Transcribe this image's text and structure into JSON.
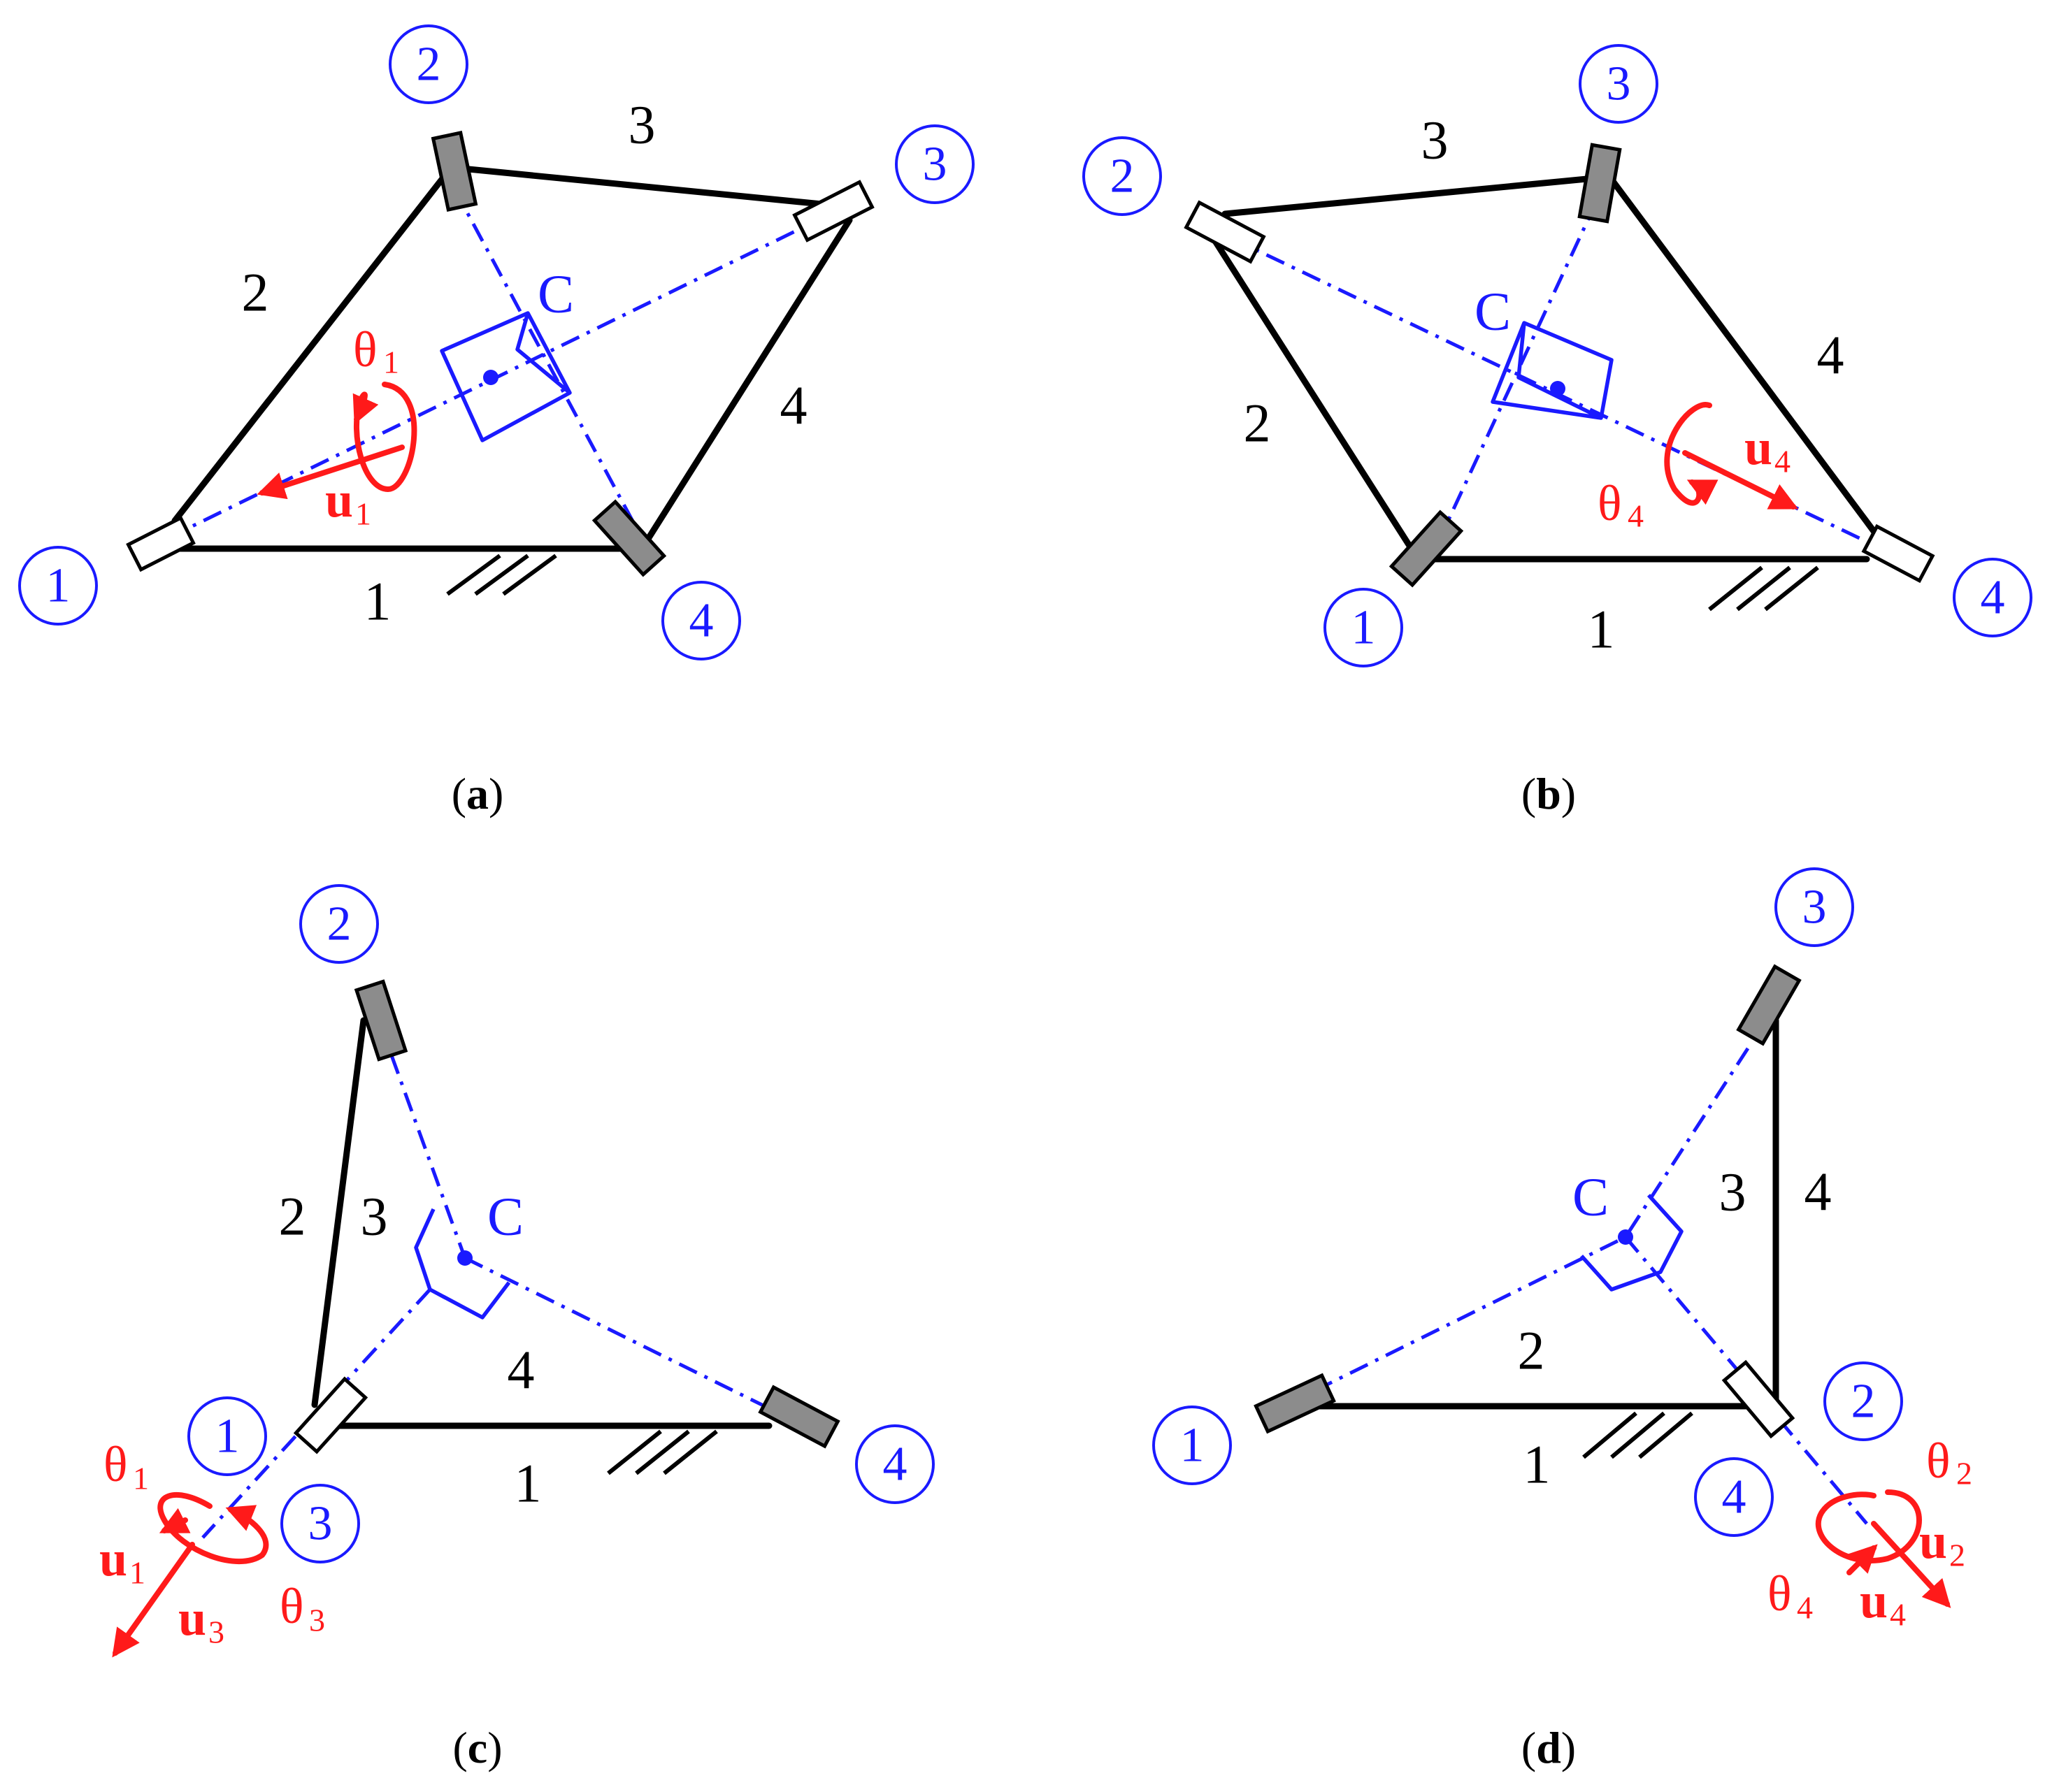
{
  "panels": {
    "a": {
      "caption": {
        "open": "(",
        "letter": "a",
        "close": ")"
      },
      "joints": [
        "1",
        "2",
        "3",
        "4"
      ],
      "bars": [
        "1",
        "2",
        "3",
        "4"
      ],
      "center": "C",
      "motion": {
        "theta": "θ",
        "theta_sub": "1",
        "u": "u",
        "u_sub": "1"
      }
    },
    "b": {
      "caption": {
        "open": "(",
        "letter": "b",
        "close": ")"
      },
      "joints": [
        "1",
        "2",
        "3",
        "4"
      ],
      "bars": [
        "1",
        "2",
        "3",
        "4"
      ],
      "center": "C",
      "motion": {
        "theta": "θ",
        "theta_sub": "4",
        "u": "u",
        "u_sub": "4"
      }
    },
    "c": {
      "caption": {
        "open": "(",
        "letter": "c",
        "close": ")"
      },
      "joints": [
        "1",
        "2",
        "3",
        "4"
      ],
      "bars": [
        "1",
        "2",
        "3",
        "4"
      ],
      "center": "C",
      "motion": {
        "theta1": "θ",
        "theta1_sub": "1",
        "theta3": "θ",
        "theta3_sub": "3",
        "u1": "u",
        "u1_sub": "1",
        "u3": "u",
        "u3_sub": "3"
      }
    },
    "d": {
      "caption": {
        "open": "(",
        "letter": "d",
        "close": ")"
      },
      "joints": [
        "1",
        "2",
        "3",
        "4"
      ],
      "bars": [
        "1",
        "2",
        "3",
        "4"
      ],
      "center": "C",
      "motion": {
        "theta2": "θ",
        "theta2_sub": "2",
        "theta4": "θ",
        "theta4_sub": "4",
        "u2": "u",
        "u2_sub": "2",
        "u4": "u",
        "u4_sub": "4"
      }
    }
  },
  "colors": {
    "links": "#000000",
    "constraint_lines": "#1a1aff",
    "motion": "#ff1a1a",
    "grounded_joint": "#8c8c8c"
  }
}
